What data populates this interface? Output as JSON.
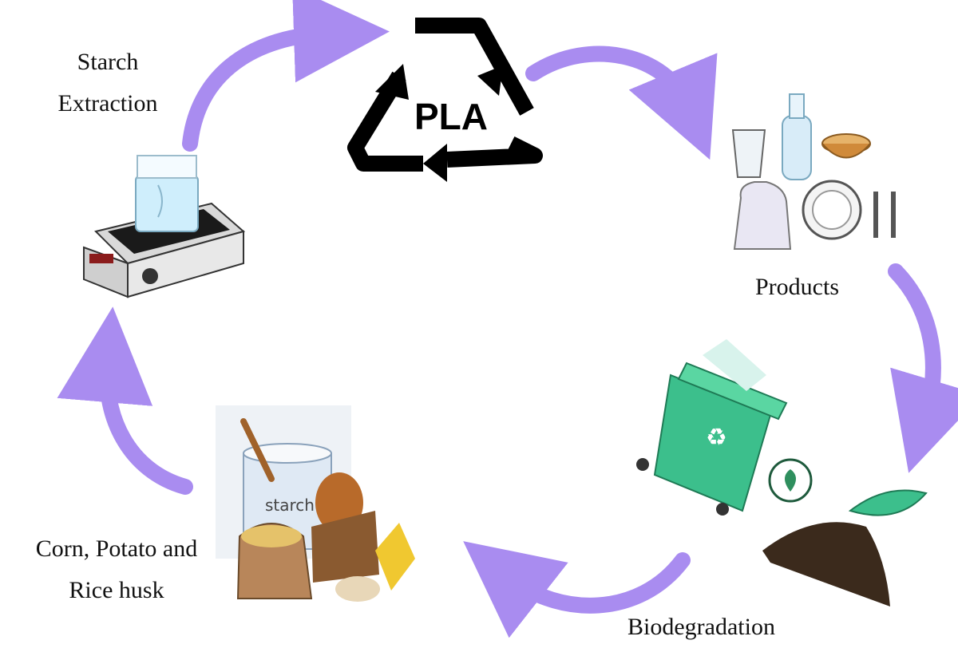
{
  "center_label": "PLA",
  "steps": {
    "starch_extraction": {
      "line1": "Starch",
      "line2": "Extraction"
    },
    "products": "Products",
    "biodegradation": "Biodegradation",
    "feedstock": {
      "line1": "Corn, Potato and",
      "line2": "Rice husk"
    }
  },
  "starch_bag_text": "starch",
  "icons": [
    "hotplate-beaker-icon",
    "plastic-products-icon",
    "compost-bin-icon",
    "starch-crops-icon",
    "recycle-triangle-icon"
  ],
  "colors": {
    "arrow": "#a98cf0",
    "bin": "#3cbf8c",
    "soil": "#3b2a1c",
    "pla": "#000000"
  }
}
